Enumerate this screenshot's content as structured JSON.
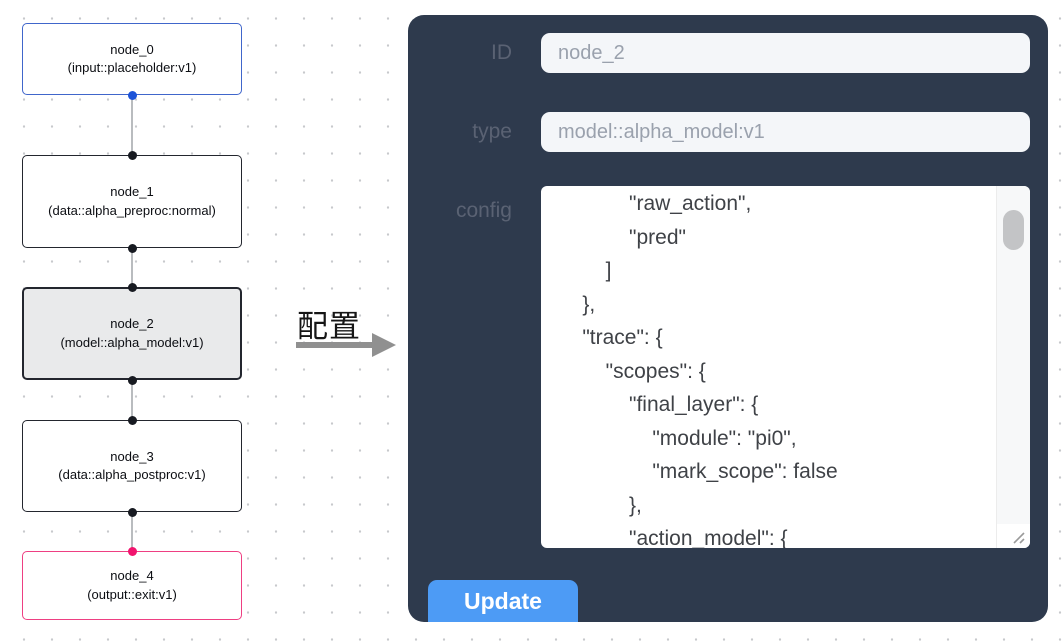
{
  "canvas": {
    "nodes": [
      {
        "label": "node_0",
        "type_label": "(input::placeholder:v1)"
      },
      {
        "label": "node_1",
        "type_label": "(data::alpha_preproc:normal)"
      },
      {
        "label": "node_2",
        "type_label": "(model::alpha_model:v1)"
      },
      {
        "label": "node_3",
        "type_label": "(data::alpha_postproc:v1)"
      },
      {
        "label": "node_4",
        "type_label": "(output::exit:v1)"
      }
    ],
    "colors": {
      "input_node_border": "#4066cb",
      "input_port": "#1c53d8",
      "default_node_border": "#23262e",
      "default_port": "#171a21",
      "selected_node_bg": "#e9eaeb",
      "output_node_border": "#ee3f82",
      "output_port": "#f1146e",
      "edge": "#b9bcbf"
    }
  },
  "transfer": {
    "label": "配置",
    "arrow_color": "#909090"
  },
  "panel": {
    "bg_color": "#2e3a4d",
    "id_field": {
      "label": "ID",
      "value": "node_2"
    },
    "type_field": {
      "label": "type",
      "value": "model::alpha_model:v1"
    },
    "config_field": {
      "label": "config",
      "code": "            \"raw_action\",\n            \"pred\"\n        ]\n    },\n    \"trace\": {\n        \"scopes\": {\n            \"final_layer\": {\n                \"module\": \"pi0\",\n                \"mark_scope\": false\n            },\n            \"action_model\": {"
    },
    "update_button": {
      "label": "Update",
      "color": "#4d9bf5"
    }
  }
}
